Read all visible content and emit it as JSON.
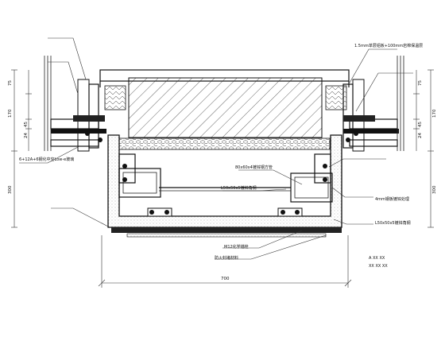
{
  "labels": {
    "seal_top": "1.5mm单层铝板+100mm岩棉保温层",
    "glass": "6+12A+6钢化中空Low-e玻璃",
    "steel_tube": "80x60x4镀锌钢方管",
    "angle_main": "L50x50x5镀锌角钢",
    "plate_4": "4mm钢板镀锌处理",
    "angle_side": "L50x50x5镀锌角钢",
    "anchor_note": "M12化学锚栓",
    "bottom_note": "防火封堵材料"
  },
  "dims": {
    "top_75": "75",
    "top_170": "170",
    "top_45": "45",
    "top_24": "24",
    "left_300": "300",
    "right_300": "300",
    "bottom_700": "700"
  },
  "note_lines": {
    "line1": "A XX XX",
    "line2": "XX  XX  XX"
  }
}
